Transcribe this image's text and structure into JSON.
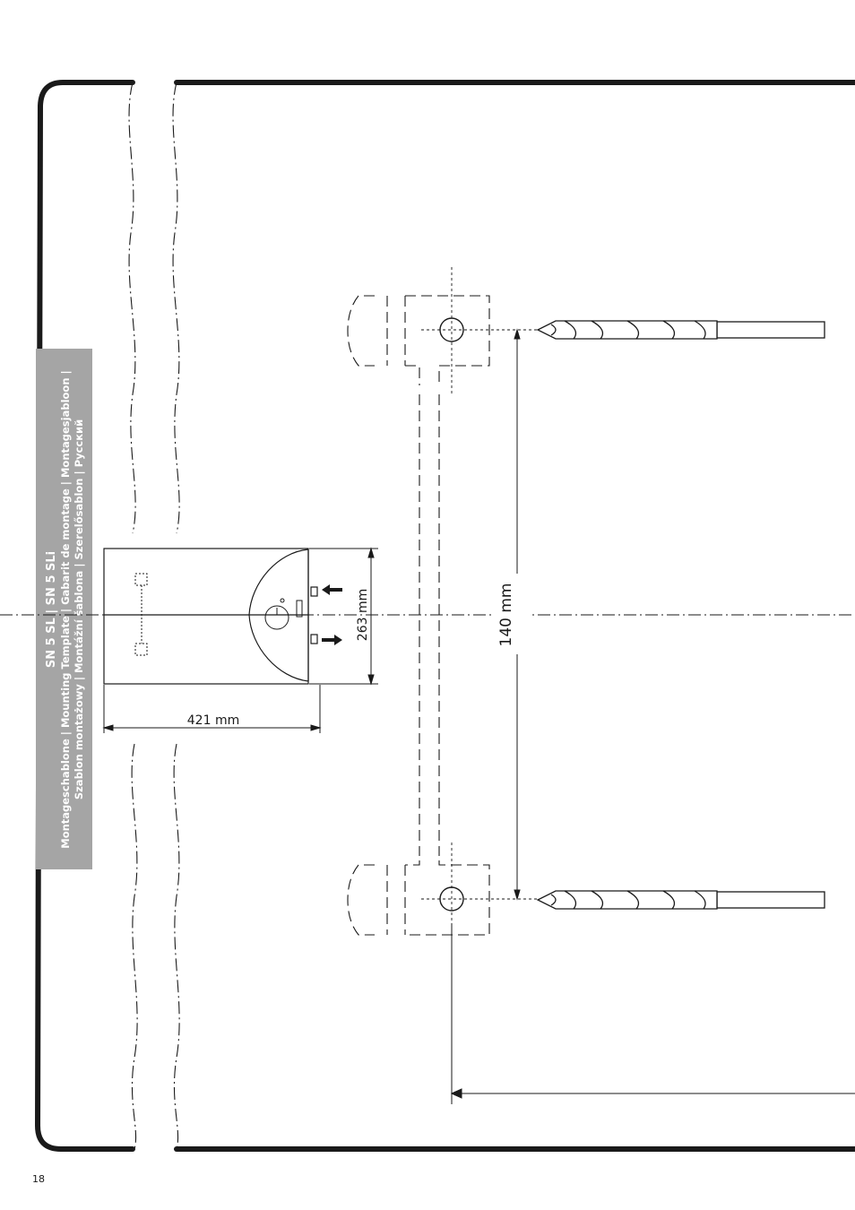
{
  "title_panel": {
    "line1": "SN 5 SL  |  SN 5 SLi",
    "line2": "Montageschablone | Mounting Template | Gabarit de montage | Montagesjabloon |",
    "line3": "Szablon montażowy | Montážní šablona | Szerelősablon | Русский"
  },
  "dimensions": {
    "width": "421 mm",
    "height": "263 mm",
    "hole_spacing": "140 mm"
  },
  "page_number": "18"
}
